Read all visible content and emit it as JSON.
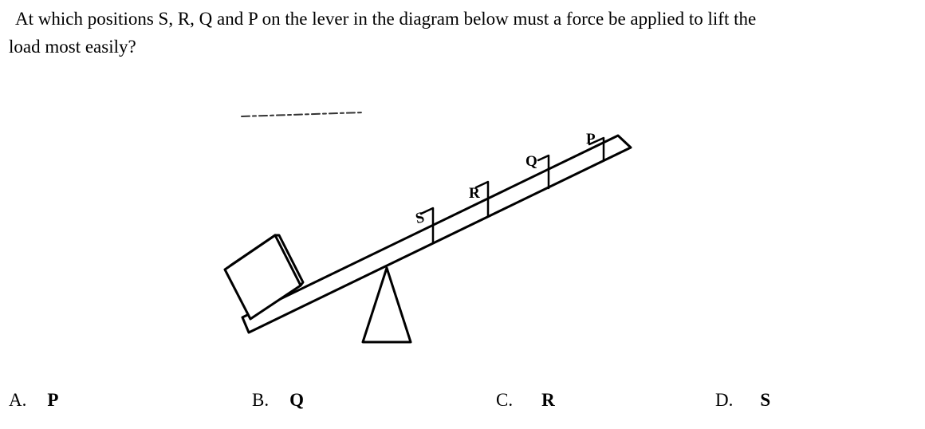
{
  "question": {
    "line1": "At which positions S, R, Q and P on the lever in the diagram below must a force be applied to lift the",
    "line2": "load most easily?"
  },
  "diagram": {
    "point_labels": {
      "s": "S",
      "r": "R",
      "q": "Q",
      "p": "P"
    }
  },
  "options": [
    {
      "letter": "A.",
      "value": "P"
    },
    {
      "letter": "B.",
      "value": "Q"
    },
    {
      "letter": "C.",
      "value": "R"
    },
    {
      "letter": "D.",
      "value": "S"
    }
  ]
}
